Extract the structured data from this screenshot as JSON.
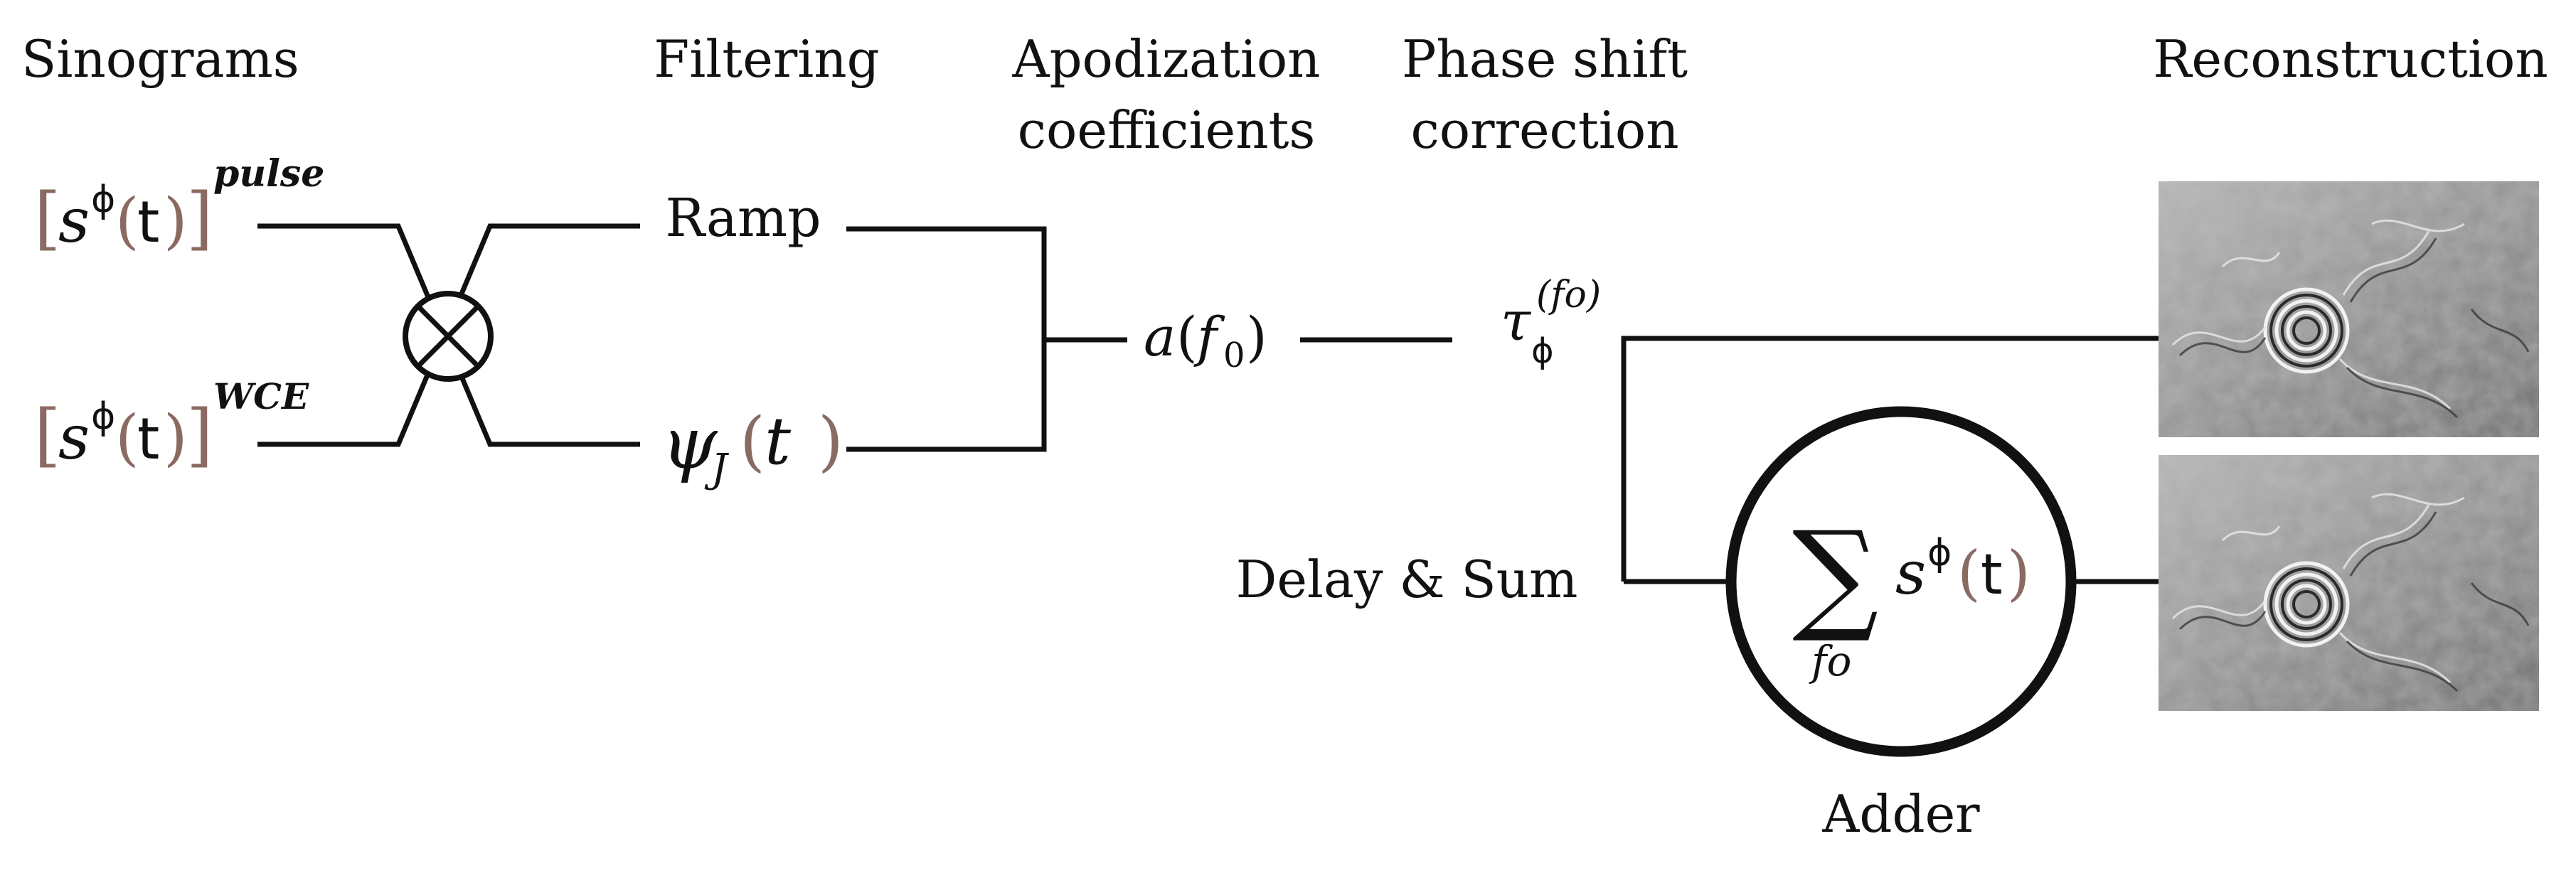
{
  "headers": {
    "sinograms": "Sinograms",
    "filtering": "Filtering",
    "apodization_line1": "Apodization",
    "apodization_line2": "coefficients",
    "phase_shift_line1": "Phase shift",
    "phase_shift_line2": "correction",
    "reconstruction": "Reconstruction"
  },
  "inputs": {
    "pulse": {
      "bracket_open": "[",
      "s": "s",
      "phi": "ϕ",
      "paren_open": "(",
      "t": "t",
      "paren_close": ")",
      "bracket_close": "]",
      "superscript": "pulse"
    },
    "wce": {
      "bracket_open": "[",
      "s": "s",
      "phi": "ϕ",
      "paren_open": "(",
      "t": "t",
      "paren_close": ")",
      "bracket_close": "]",
      "superscript": "WCE"
    }
  },
  "filters": {
    "ramp": "Ramp",
    "wavelet": {
      "psi": "ψ",
      "sub": "J",
      "paren_open": "(",
      "t": "t",
      "paren_close": ")"
    }
  },
  "apodization": {
    "a": "a",
    "paren_open": "(",
    "f": "f",
    "sub": "0",
    "paren_close": ")"
  },
  "phase_shift": {
    "tau": "τ",
    "sub": "ϕ",
    "sup": "(fo)"
  },
  "delay_sum": "Delay & Sum",
  "adder": {
    "sigma": "∑",
    "sum_index": "fo",
    "s": "s",
    "phi": "ϕ",
    "paren_open": "(",
    "t": "t",
    "paren_close": ")",
    "label": "Adder"
  },
  "colors": {
    "ink": "#111111",
    "bracket_brown": "#8a6a62",
    "image_gray": "#9a9a9a"
  }
}
